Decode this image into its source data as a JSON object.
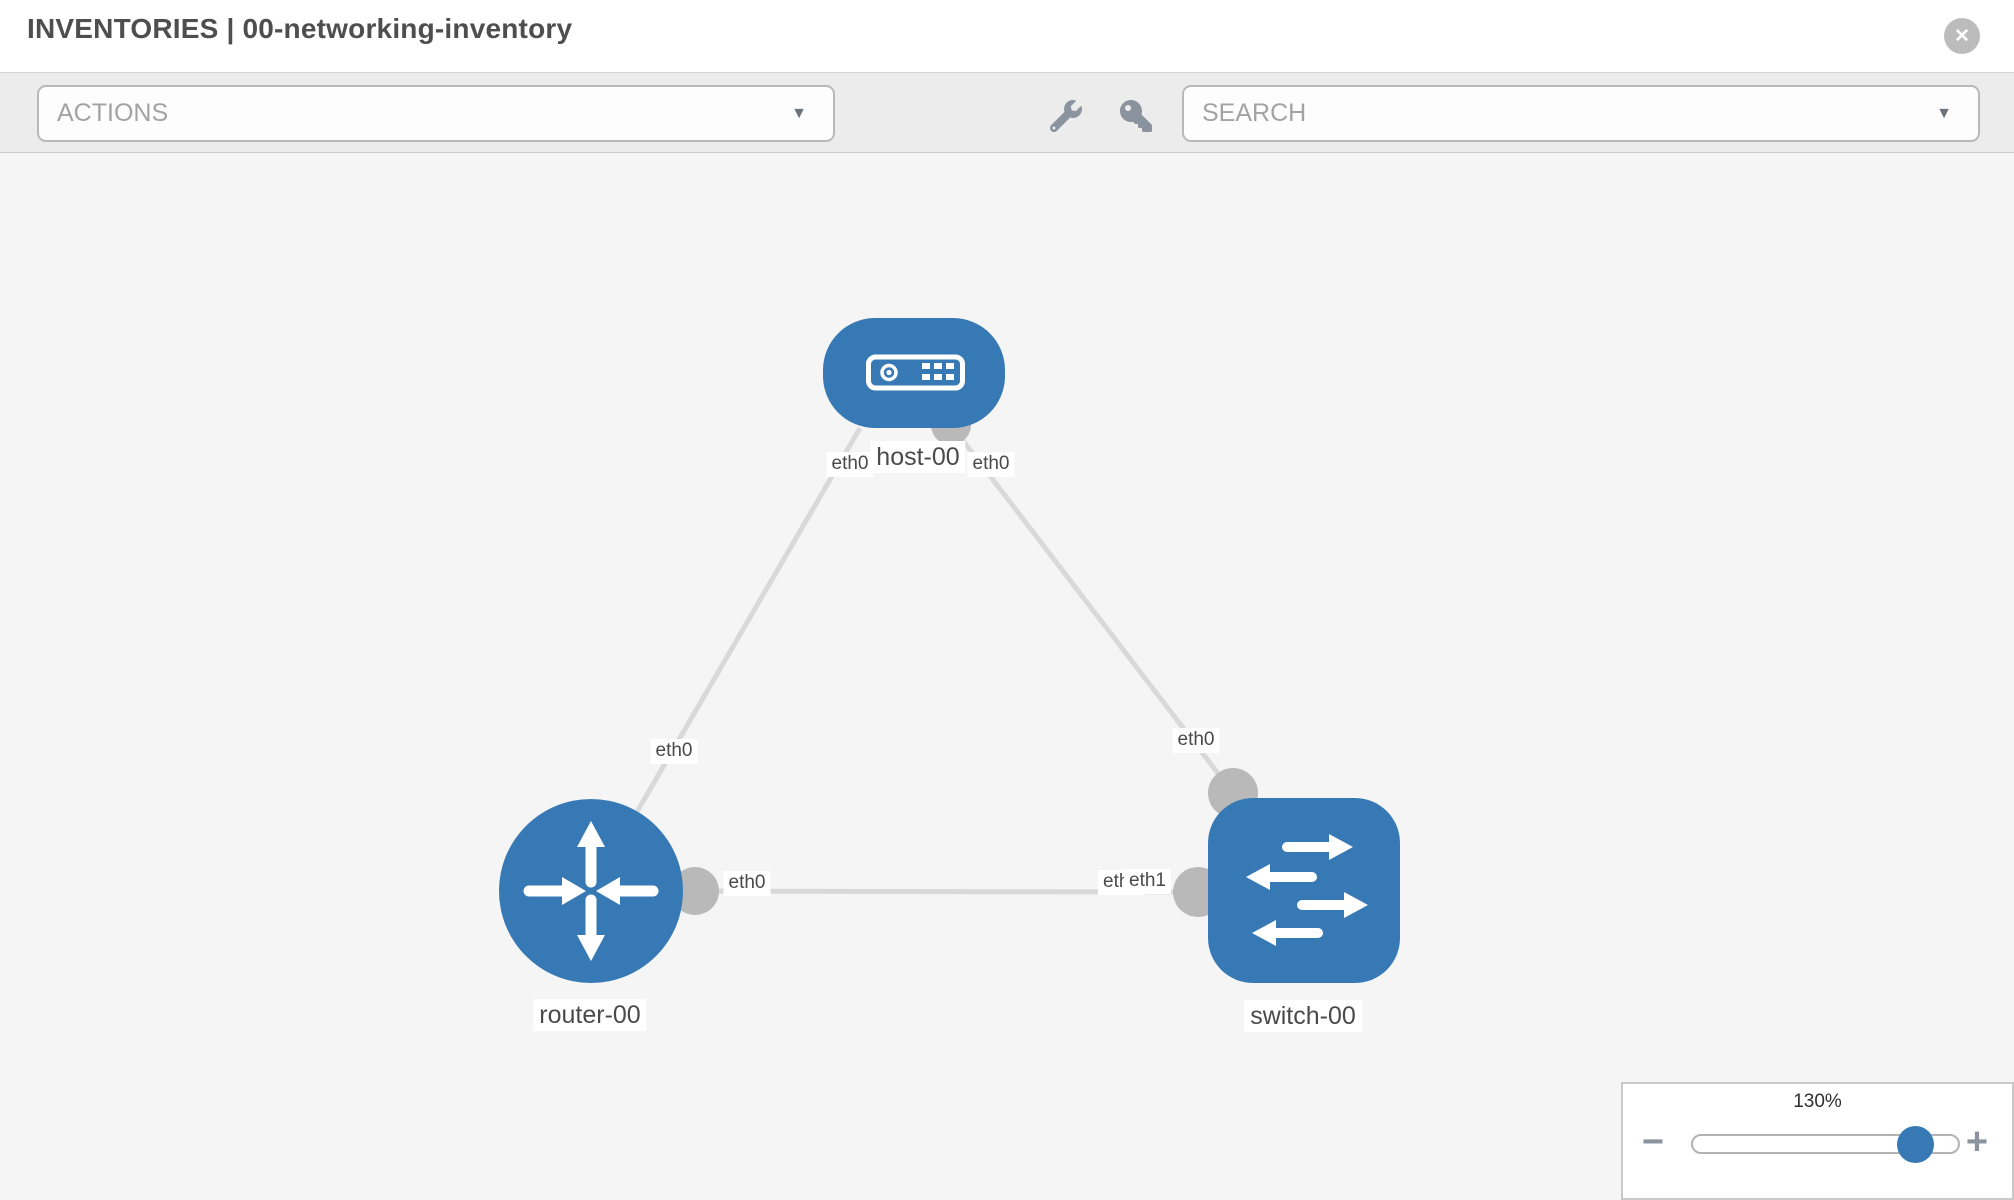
{
  "header": {
    "title": "INVENTORIES | 00-networking-inventory"
  },
  "toolbar": {
    "actions_label": "ACTIONS",
    "search_label": "SEARCH"
  },
  "topology": {
    "nodes": [
      {
        "label": "host-00",
        "type": "host"
      },
      {
        "label": "router-00",
        "type": "router"
      },
      {
        "label": "switch-00",
        "type": "switch"
      }
    ],
    "interface_labels": {
      "host_side_to_router": "eth0",
      "host_side_to_switch": "eth0",
      "router_side_to_host": "eth0",
      "switch_side_to_host": "eth0",
      "router_side_to_switch": "eth0",
      "switch_side_hidden": "eth0",
      "switch_side_to_router": "eth1"
    }
  },
  "zoom": {
    "level": "130%"
  },
  "icons": {
    "close": "✕",
    "caret": "▼",
    "zoom_out": "−",
    "zoom_in": "+"
  },
  "colors": {
    "node_blue": "#3779b5",
    "link_gray": "#d9d9d9",
    "port_gray": "#b9b9b9",
    "toolbar_bg": "#ececec",
    "canvas_bg": "#f5f5f5"
  }
}
